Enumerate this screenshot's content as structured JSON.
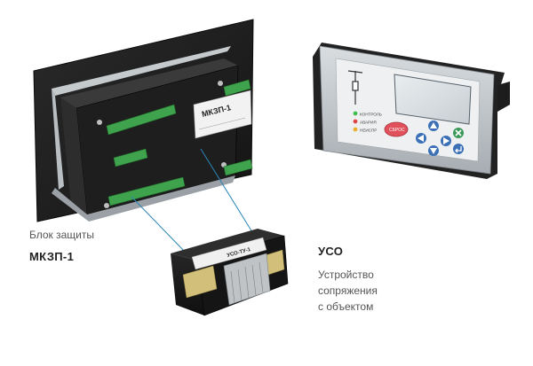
{
  "captions": {
    "protection_unit": {
      "subtitle": "Блок защиты",
      "title": "МКЗП-1"
    },
    "uso": {
      "title": "УСО",
      "line1": "Устройство",
      "line2": "сопряжения",
      "line3": "с объектом"
    }
  },
  "device_labels": {
    "mkzp_plate": "МКЗП-1",
    "uso_plate": "УСО-ТУ-1"
  },
  "front_panel": {
    "led_labels": [
      "КОНТРОЛЬ",
      "АВАРИЯ",
      "НЕИСПР"
    ],
    "reset_button": "СБРОС"
  },
  "colors": {
    "panel_black": "#1c1c1c",
    "connector_green": "#3fa34d",
    "link_line": "#2a86b8",
    "reset_red": "#e0515b",
    "nav_blue": "#3b6fb6",
    "ok_green": "#3b9a5a"
  }
}
